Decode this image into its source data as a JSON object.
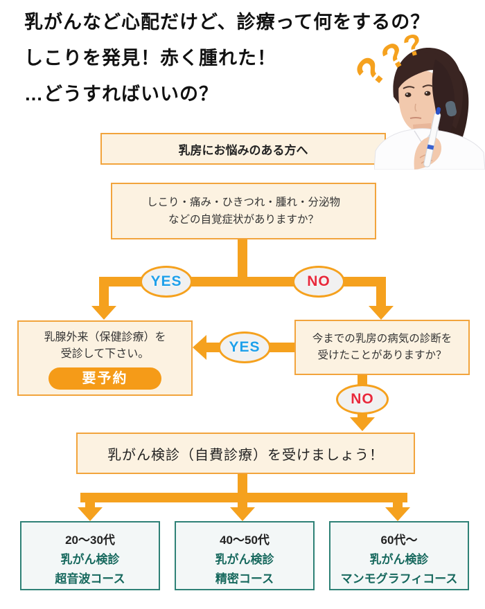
{
  "header": {
    "lines": [
      "乳がんなど心配だけど、診療って何をするの？",
      "しこりを発見！赤く腫れた！",
      "…どうすればいいの？"
    ]
  },
  "question_marks": [
    "?",
    "?",
    "?"
  ],
  "flowchart": {
    "labels": {
      "yes": "YES",
      "no": "NO"
    },
    "intro_box": {
      "label": "乳房にお悩みのある方へ"
    },
    "symptom_question": {
      "line1": "しこり・痛み・ひきつれ・腫れ・分泌物",
      "line2": "などの自覚症状がありますか？"
    },
    "clinic_box": {
      "line1": "乳腺外来（保健診療）を",
      "line2": "受診して下さい。",
      "badge": "要予約"
    },
    "history_question": {
      "line1": "今までの乳房の病気の診断を",
      "line2": "受けたことがありますか？"
    },
    "screening_box": {
      "label": "乳がん検診（自費診療）を受けましょう！"
    },
    "courses": [
      {
        "age": "20～30代",
        "line1": "乳がん検診",
        "line2": "超音波コース"
      },
      {
        "age": "40～50代",
        "line1": "乳がん検診",
        "line2": "精密コース"
      },
      {
        "age": "60代～",
        "line1": "乳がん検診",
        "line2": "マンモグラフィコース"
      }
    ]
  },
  "colors": {
    "accent_orange": "#F5A11E",
    "box_border_orange": "#F2A43C",
    "box_fill_cream": "#FCF2E1",
    "badge_orange": "#F59B18",
    "yes_blue": "#1FA0EA",
    "no_red": "#E8293C",
    "course_teal_text": "#17695E",
    "course_teal_border": "#2E8176",
    "course_fill": "#F3F7F7"
  }
}
